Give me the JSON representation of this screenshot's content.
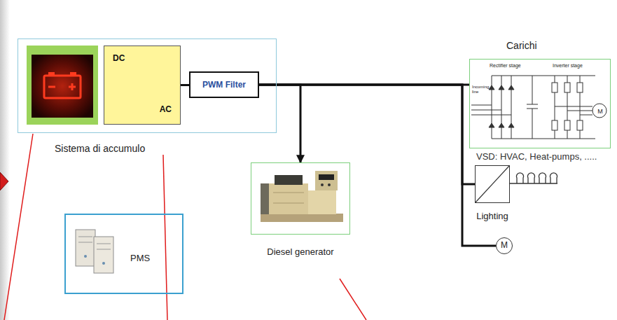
{
  "diagram": {
    "nodes": [
      {
        "text": [
          "Sistema di accumulo"
        ]
      },
      {
        "text": [
          "DC",
          "AC"
        ],
        "in": 0
      },
      {
        "text": [
          "PWM Filter"
        ],
        "in": 0
      },
      {
        "text": [
          "PMS"
        ]
      },
      {
        "text": [
          "Diesel generator"
        ]
      },
      {
        "text": [
          "Carichi",
          "Rectifier stage",
          "Inverter stage",
          "Incoming line",
          "M"
        ]
      },
      {
        "text": [
          "Lighting"
        ]
      },
      {
        "text": [
          "M"
        ]
      }
    ],
    "edges": [
      {
        "from": 1,
        "to": 2,
        "arrow": "none"
      },
      {
        "from": 2,
        "to": 5,
        "arrow": "none"
      },
      {
        "from": 2,
        "to": 4,
        "arrow": "to"
      },
      {
        "from": 2,
        "to": 6,
        "arrow": "none"
      },
      {
        "from": 2,
        "to": 7,
        "arrow": "none"
      }
    ],
    "labels": [
      "VSD: HVAC, Heat-pumps, ....."
    ]
  }
}
